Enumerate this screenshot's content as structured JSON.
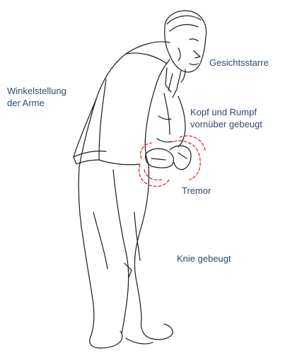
{
  "labels": {
    "facial_rigidity": "Gesichtsstarre",
    "arm_angle": "Winkelstellung\nder Arme",
    "head_trunk_bent": "Kopf und Rumpf\nvornüber gebeugt",
    "tremor": "Tremor",
    "knees_bent": "Knie gebeugt"
  },
  "colors": {
    "label_text": "#2f4a6b",
    "line_art": "#1a1a1a",
    "tremor_marks": "#e0383e"
  }
}
